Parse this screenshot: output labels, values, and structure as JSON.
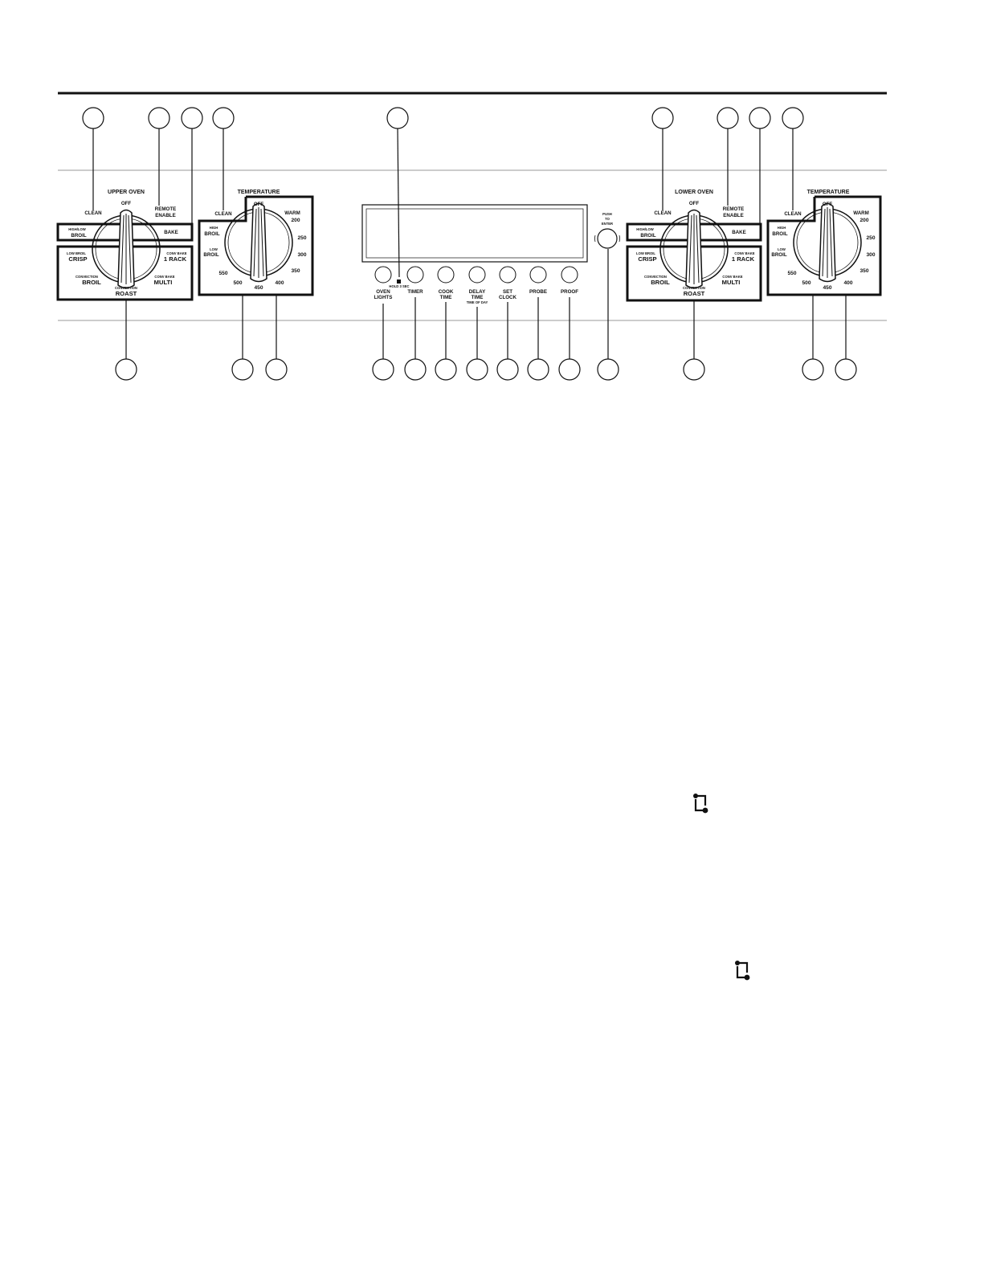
{
  "upper_oven": {
    "title": "UPPER OVEN",
    "mode_dial": {
      "off": "OFF",
      "clean": "CLEAN",
      "remote_enable": [
        "REMOTE",
        "ENABLE"
      ],
      "high_low_broil": [
        "HIGH/LOW",
        "BROIL"
      ],
      "bake": "BAKE",
      "low_broil_crisp": [
        "LOW BROIL",
        "CRISP"
      ],
      "conv_bake_1_rack": [
        "CONV BAKE",
        "1 RACK"
      ],
      "convection_broil": [
        "CONVECTION",
        "BROIL"
      ],
      "conv_bake_multi": [
        "CONV BAKE",
        "MULTI"
      ],
      "convection_roast": [
        "CONVECTION",
        "ROAST"
      ]
    },
    "temperature_dial": {
      "title": "TEMPERATURE",
      "off": "OFF",
      "clean": "CLEAN",
      "high_broil": [
        "HIGH",
        "BROIL"
      ],
      "low_broil": [
        "LOW",
        "BROIL"
      ],
      "warm": "WARM",
      "t200": "200",
      "t250": "250",
      "t300": "300",
      "t350": "350",
      "t400": "400",
      "t450": "450",
      "t500": "500",
      "t550": "550"
    }
  },
  "lower_oven": {
    "title": "LOWER OVEN",
    "mode_dial": {
      "off": "OFF",
      "clean": "CLEAN",
      "remote_enable": [
        "REMOTE",
        "ENABLE"
      ],
      "high_low_broil": [
        "HIGH/LOW",
        "BROIL"
      ],
      "bake": "BAKE",
      "low_broil_crisp": [
        "LOW BROIL",
        "CRISP"
      ],
      "conv_bake_1_rack": [
        "CONV BAKE",
        "1 RACK"
      ],
      "convection_broil": [
        "CONVECTION",
        "BROIL"
      ],
      "conv_bake_multi": [
        "CONV BAKE",
        "MULTI"
      ],
      "convection_roast": [
        "CONVECTION",
        "ROAST"
      ]
    },
    "temperature_dial": {
      "title": "TEMPERATURE",
      "off": "OFF",
      "clean": "CLEAN",
      "high_broil": [
        "HIGH",
        "BROIL"
      ],
      "low_broil": [
        "LOW",
        "BROIL"
      ],
      "warm": "WARM",
      "t200": "200",
      "t250": "250",
      "t300": "300",
      "t350": "350",
      "t400": "400",
      "t450": "450",
      "t500": "500",
      "t550": "550"
    }
  },
  "center_controls": {
    "hold_3_sec": "HOLD 3 SEC",
    "oven_lights": [
      "OVEN",
      "LIGHTS"
    ],
    "timer": [
      "TIMER"
    ],
    "cook_time": [
      "COOK",
      "TIME"
    ],
    "delay_time": [
      "DELAY",
      "TIME"
    ],
    "time_of_day": "TIME OF DAY",
    "set_clock": [
      "SET",
      "CLOCK"
    ],
    "probe": [
      "PROBE"
    ],
    "proof": [
      "PROOF"
    ],
    "push_to_enter": [
      "PUSH",
      "TO",
      "ENTER"
    ]
  },
  "icons": {
    "swap_icon_1": "swap-icon",
    "swap_icon_2": "swap-icon"
  }
}
